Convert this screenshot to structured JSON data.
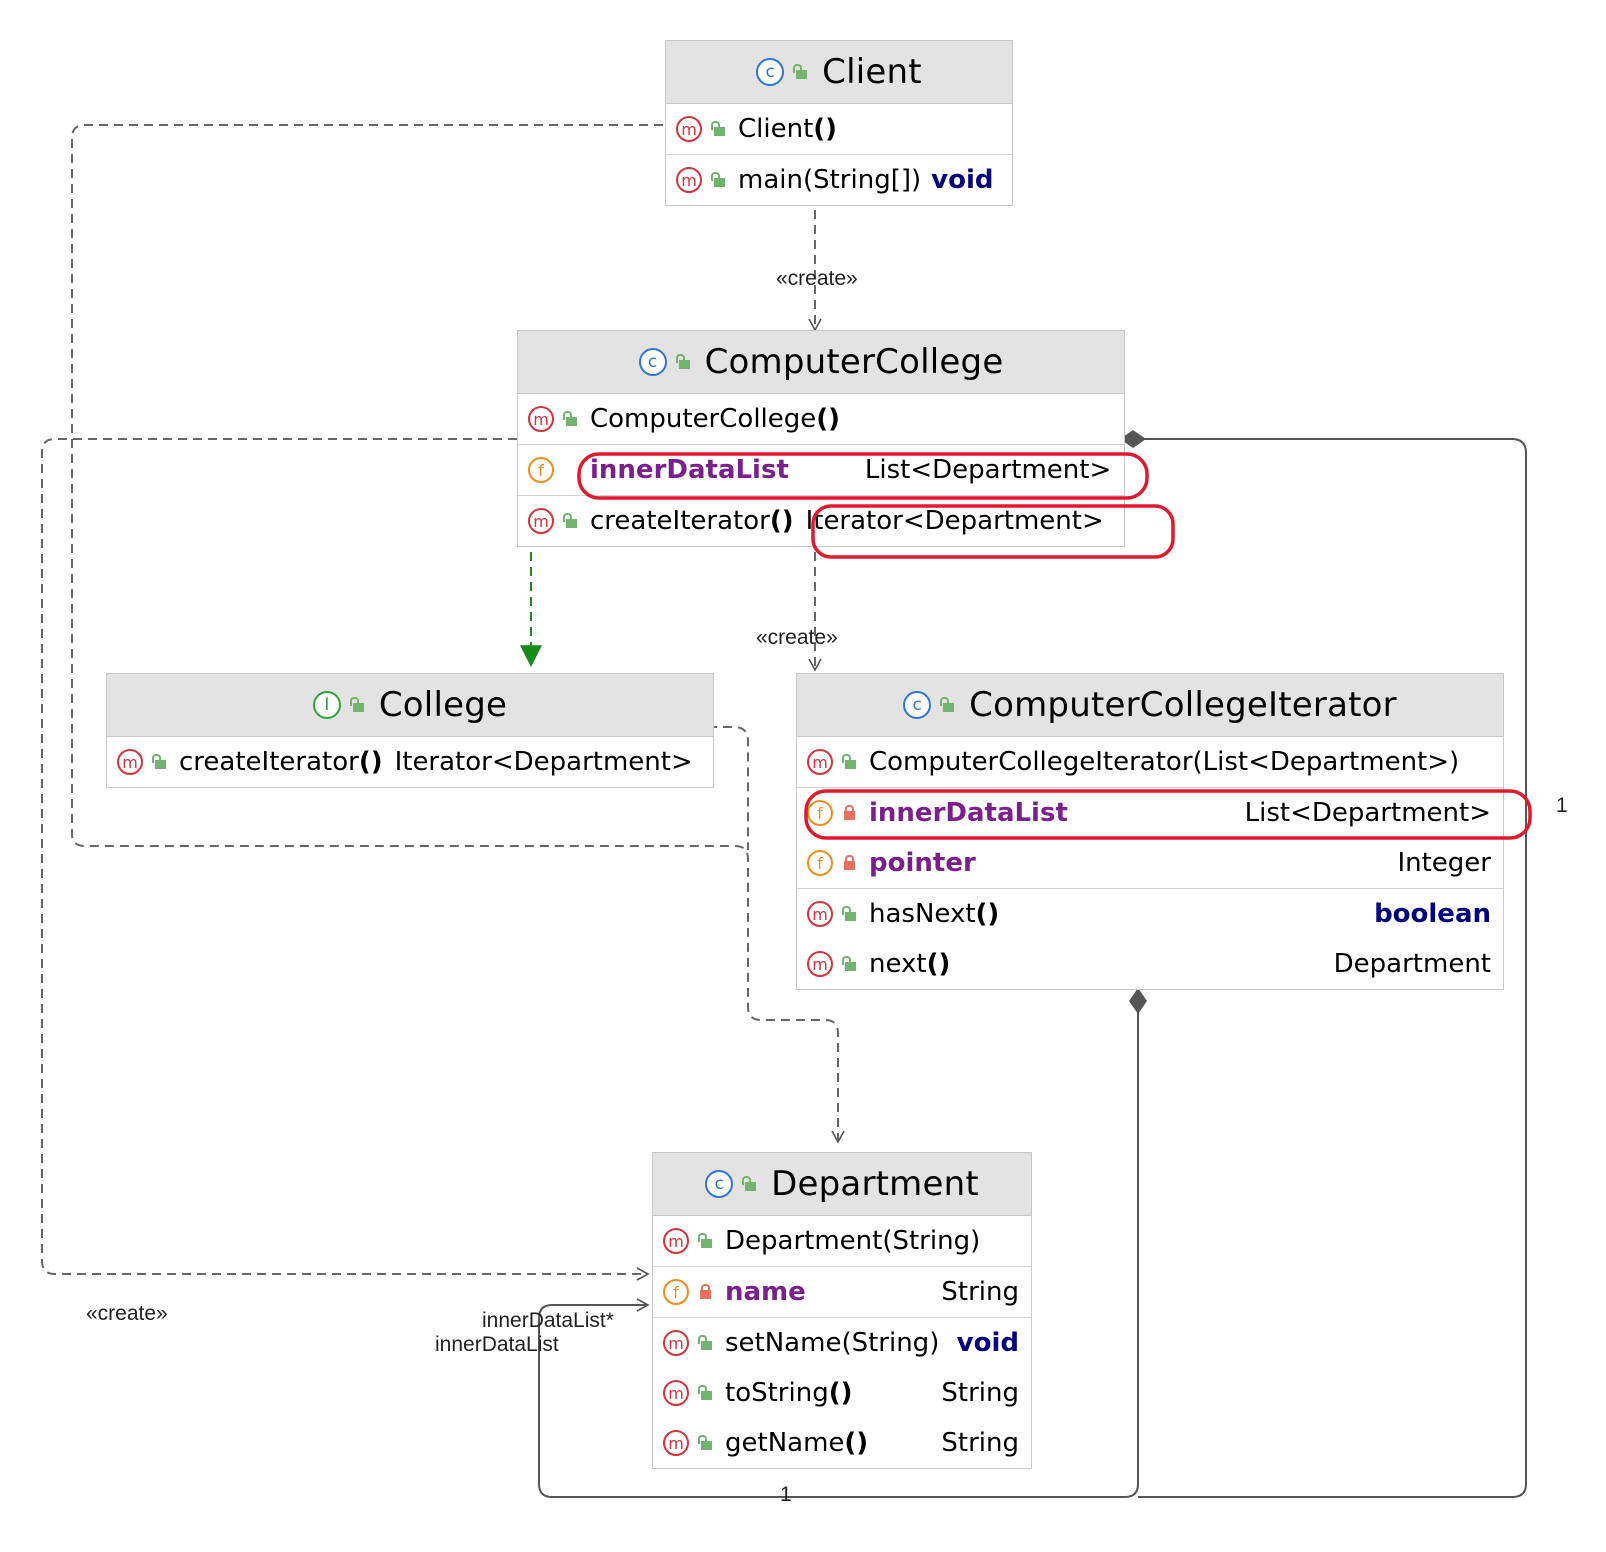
{
  "classes": {
    "client": {
      "name": "Client",
      "kind_icon": "class-icon",
      "members": [
        {
          "kind": "method",
          "name": "Client",
          "params": "()",
          "type": ""
        },
        {
          "kind": "method",
          "name": "main",
          "params": "(String[])",
          "type": "void"
        }
      ]
    },
    "computer_college": {
      "name": "ComputerCollege",
      "kind_icon": "class-icon",
      "members": [
        {
          "kind": "method",
          "name": "ComputerCollege",
          "params": "()",
          "type": ""
        },
        {
          "kind": "field",
          "name": "innerDataList",
          "type": "List<Department>"
        },
        {
          "kind": "method",
          "name": "createIterator",
          "params": "()",
          "type": "Iterator<Department>"
        }
      ]
    },
    "college": {
      "name": "College",
      "kind_icon": "interface-icon",
      "members": [
        {
          "kind": "method",
          "name": "createIterator",
          "params": "()",
          "type": "Iterator<Department>"
        }
      ]
    },
    "computer_college_iterator": {
      "name": "ComputerCollegeIterator",
      "kind_icon": "class-icon",
      "members": [
        {
          "kind": "method",
          "name": "ComputerCollegeIterator",
          "params": "(List<Department>)",
          "type": ""
        },
        {
          "kind": "field",
          "name": "innerDataList",
          "type": "List<Department>"
        },
        {
          "kind": "field",
          "name": "pointer",
          "type": "Integer"
        },
        {
          "kind": "method",
          "name": "hasNext",
          "params": "()",
          "type": "boolean"
        },
        {
          "kind": "method",
          "name": "next",
          "params": "()",
          "type": "Department"
        }
      ]
    },
    "department": {
      "name": "Department",
      "kind_icon": "class-icon",
      "members": [
        {
          "kind": "method",
          "name": "Department",
          "params": "(String)",
          "type": ""
        },
        {
          "kind": "field",
          "name": "name",
          "type": "String"
        },
        {
          "kind": "method",
          "name": "setName",
          "params": "(String)",
          "type": "void"
        },
        {
          "kind": "method",
          "name": "toString",
          "params": "()",
          "type": "String"
        },
        {
          "kind": "method",
          "name": "getName",
          "params": "()",
          "type": "String"
        }
      ]
    }
  },
  "labels": {
    "create_client_to_college": "«create»",
    "create_college_to_iterator": "«create»",
    "create_client_to_department": "«create»",
    "role_iterator_list": "innerDataList",
    "role_iterator_mult": "*",
    "role_college_list": "innerDataList",
    "mult_right": "1",
    "mult_bottom": "1"
  },
  "badges": {
    "method": "m",
    "field": "f",
    "class": "c",
    "interface": "I"
  },
  "colors": {
    "header_bg": "#e3e3e3",
    "highlight": "#e0192d",
    "realization": "#1a8a1a",
    "field_name": "#7a1f8c",
    "keyword": "#000080"
  }
}
